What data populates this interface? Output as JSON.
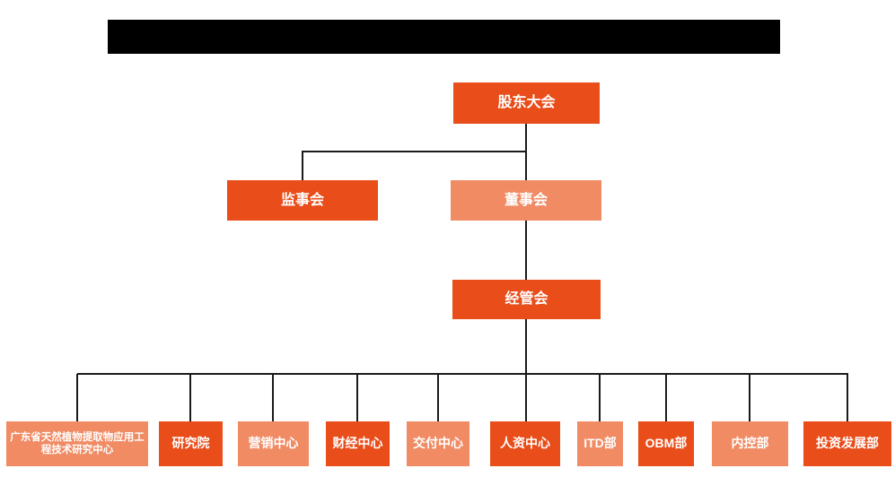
{
  "colors": {
    "primary": "#e84d1a",
    "secondary": "#f08b64",
    "connector": "#1a1a1a",
    "redaction": "#000000",
    "text": "#ffffff"
  },
  "org": {
    "root": {
      "label": "股东大会",
      "variant": "primary"
    },
    "level2": [
      {
        "label": "监事会",
        "variant": "primary"
      },
      {
        "label": "董事会",
        "variant": "secondary"
      }
    ],
    "level3": {
      "label": "经管会",
      "variant": "primary"
    },
    "departments": [
      {
        "label": "广东省天然植物提取物应用工程技术研究中心",
        "variant": "secondary"
      },
      {
        "label": "研究院",
        "variant": "primary"
      },
      {
        "label": "营销中心",
        "variant": "secondary"
      },
      {
        "label": "财经中心",
        "variant": "primary"
      },
      {
        "label": "交付中心",
        "variant": "secondary"
      },
      {
        "label": "人资中心",
        "variant": "primary"
      },
      {
        "label": "ITD部",
        "variant": "secondary"
      },
      {
        "label": "OBM部",
        "variant": "primary"
      },
      {
        "label": "内控部",
        "variant": "secondary"
      },
      {
        "label": "投资发展部",
        "variant": "primary"
      }
    ]
  }
}
